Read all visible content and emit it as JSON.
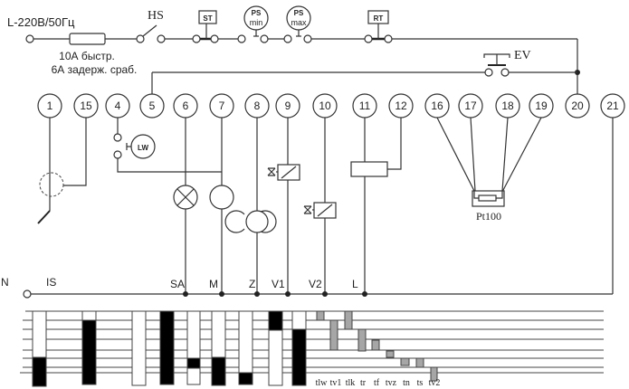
{
  "supply": {
    "label": "L-220В/50Гц",
    "fuse_line1": "10А быстр.",
    "fuse_line2": "6А задерж. сраб."
  },
  "switches": {
    "hs": "HS",
    "st": "ST",
    "ps": "PS",
    "ps_min": "min",
    "ps_max": "max",
    "rt": "RT",
    "ev": "EV",
    "lw": "LW"
  },
  "terminals": [
    "1",
    "15",
    "4",
    "5",
    "6",
    "7",
    "8",
    "9",
    "10",
    "11",
    "12",
    "16",
    "17",
    "18",
    "19",
    "20",
    "21"
  ],
  "neutral": {
    "n": "N",
    "is": "IS",
    "sa": "SA",
    "m": "M",
    "z": "Z",
    "v1": "V1",
    "v2": "V2",
    "l": "L"
  },
  "sensor": {
    "label": "Pt100"
  },
  "timing": {
    "labels": [
      "tlw",
      "tv1",
      "tlk",
      "tr",
      "tf",
      "tvz",
      "tn",
      "ts",
      "tv2"
    ]
  }
}
